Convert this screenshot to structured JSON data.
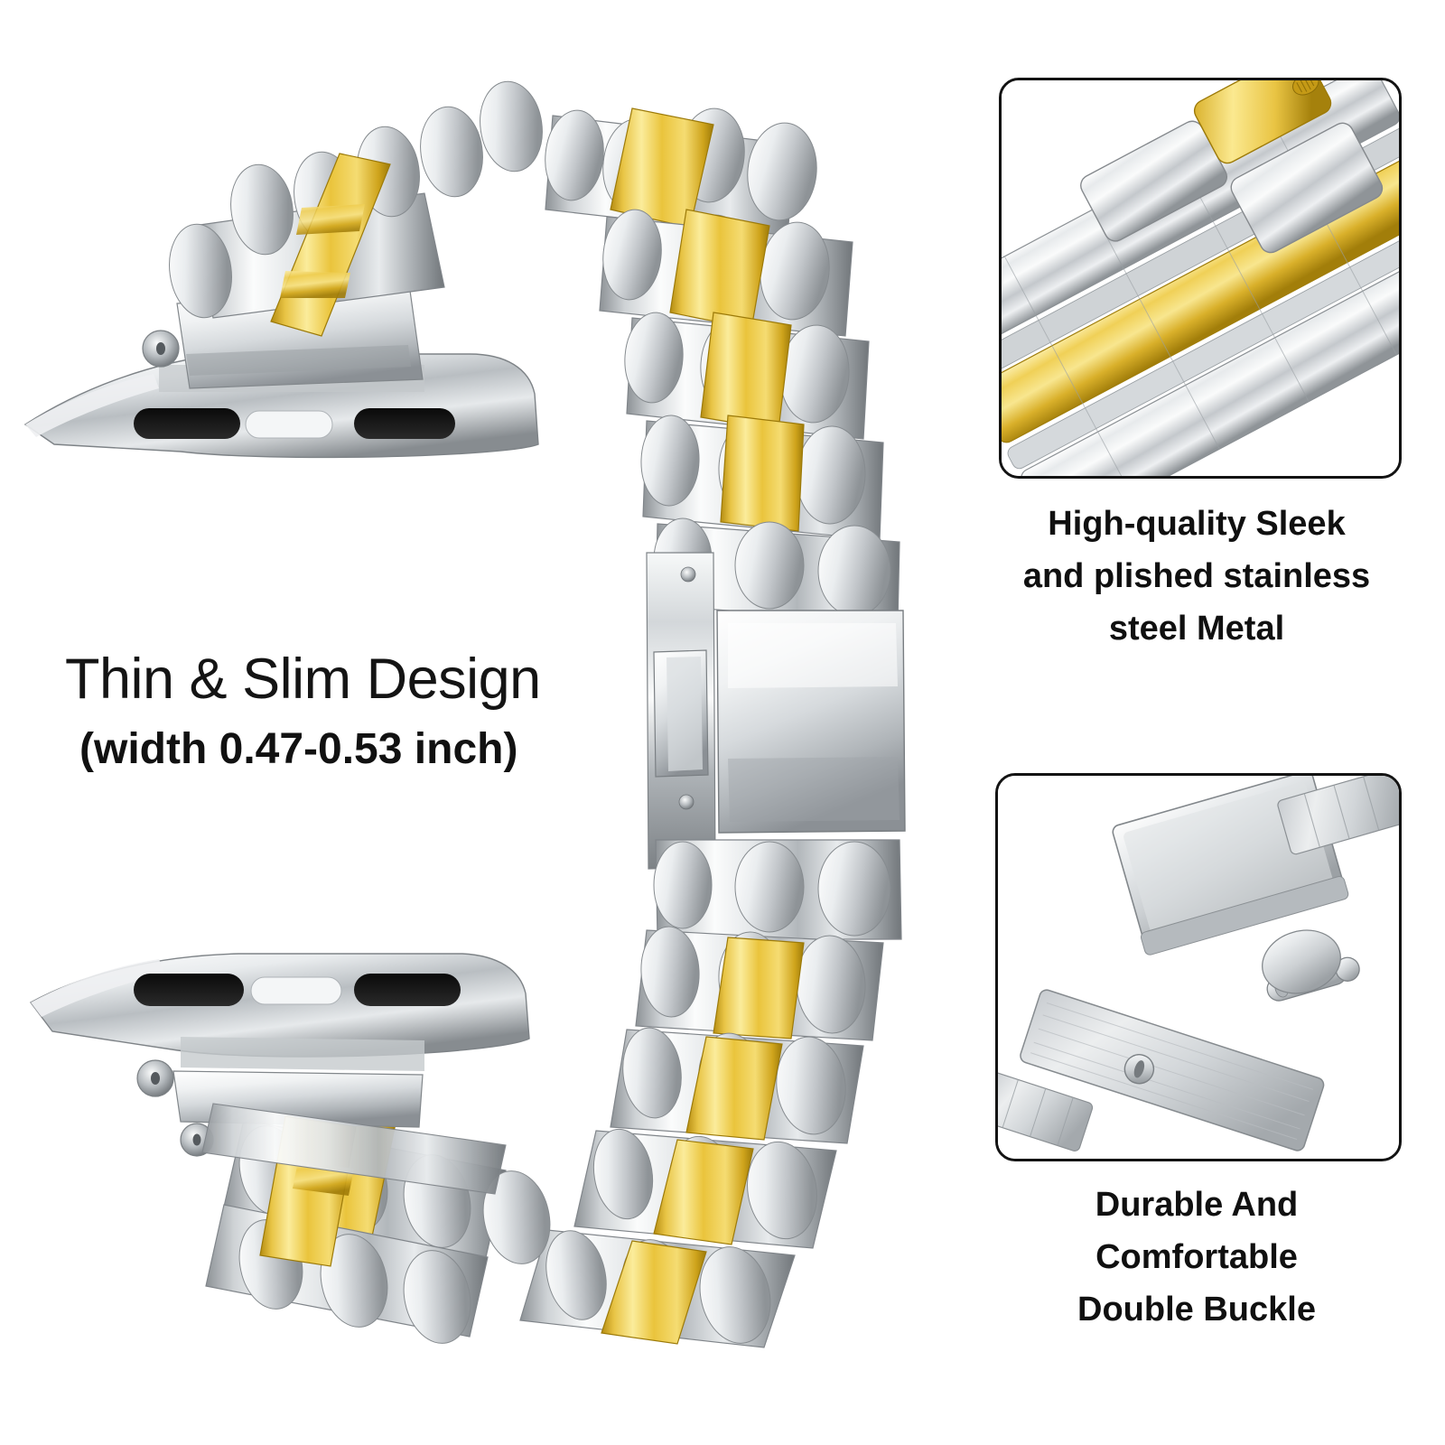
{
  "product": {
    "type": "stainless-steel-watch-band",
    "finish_tones": [
      "silver",
      "gold"
    ],
    "accent_colors": {
      "gold_light": "#F7DF74",
      "gold_mid": "#E6BE2E",
      "gold_dark": "#B8900F",
      "silver_light": "#FDFDFD",
      "silver_mid": "#C9CCD0",
      "silver_dark": "#6E7378",
      "outline": "#131313",
      "background": "#FFFFFF"
    }
  },
  "headline": {
    "title": "Thin & Slim Design",
    "subtitle": "(width  0.47-0.53 inch)"
  },
  "insets": [
    {
      "id": "inset-1",
      "image_name": "closeup-polished-links",
      "caption_lines": [
        "High-quality Sleek",
        "and plished stainless",
        "steel Metal"
      ]
    },
    {
      "id": "inset-2",
      "image_name": "closeup-double-buckle-clasp",
      "caption_lines": [
        "Durable And",
        "Comfortable",
        "Double Buckle"
      ]
    }
  ],
  "main_image": {
    "image_name": "two-tone-watch-band-with-lug-adapters",
    "parts": [
      "upper-lug-adapter",
      "upper-link-chain",
      "folding-clasp-plate",
      "lower-link-chain",
      "lower-lug-adapter"
    ]
  }
}
